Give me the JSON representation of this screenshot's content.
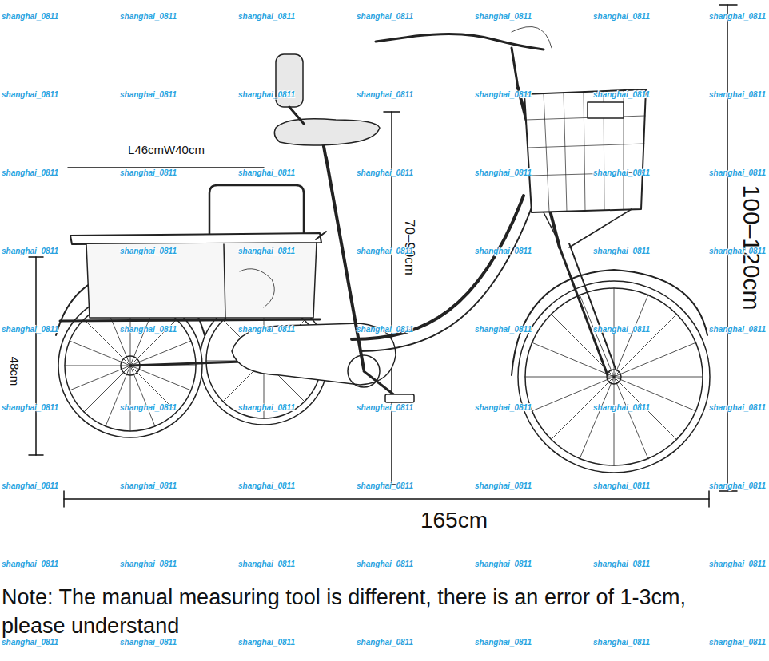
{
  "diagram": {
    "labels": [
      "L46cmW40cm",
      "70–90cm",
      "100–120cm",
      "48cm",
      "165cm",
      "shanghai_0811",
      "shanghai_0811",
      "shanghai_0811",
      "shanghai_0811",
      "shanghai_0811",
      "shanghai_0811",
      "shanghai_0811",
      "shanghai_0811",
      "shanghai_0811",
      "shanghai_0811",
      "shanghai_0811",
      "shanghai_0811",
      "shanghai_0811",
      "shanghai_0811",
      "shanghai_0811",
      "shanghai_0811",
      "shanghai_0811",
      "shanghai_0811",
      "shanghai_0811",
      "shanghai_0811",
      "shanghai_0811",
      "shanghai_0811",
      "shanghai_0811",
      "shanghai_0811",
      "shanghai_0811",
      "shanghai_0811",
      "shanghai_0811",
      "shanghai_0811",
      "shanghai_0811",
      "shanghai_0811",
      "shanghai_0811",
      "shanghai_0811",
      "shanghai_0811",
      "shanghai_0811",
      "shanghai_0811",
      "shanghai_0811",
      "shanghai_0811",
      "shanghai_0811",
      "shanghai_0811",
      "shanghai_0811",
      "shanghai_0811",
      "shanghai_0811",
      "shanghai_0811",
      "shanghai_0811",
      "shanghai_0811",
      "shanghai_0811",
      "shanghai_0811",
      "shanghai_0811",
      "shanghai_0811",
      "shanghai_0811",
      "shanghai_0811",
      "shanghai_0811",
      "shanghai_0811",
      "shanghai_0811",
      "shanghai_0811",
      "shanghai_0811",
      "shanghai_0811",
      "shanghai_0811",
      "shanghai_0811",
      "shanghai_0811",
      "shanghai_0811",
      "shanghai_0811",
      "shanghai_0811",
      "Note: The manual measuring tool is different, there is an error of 1-3cm, please understand"
    ]
  }
}
